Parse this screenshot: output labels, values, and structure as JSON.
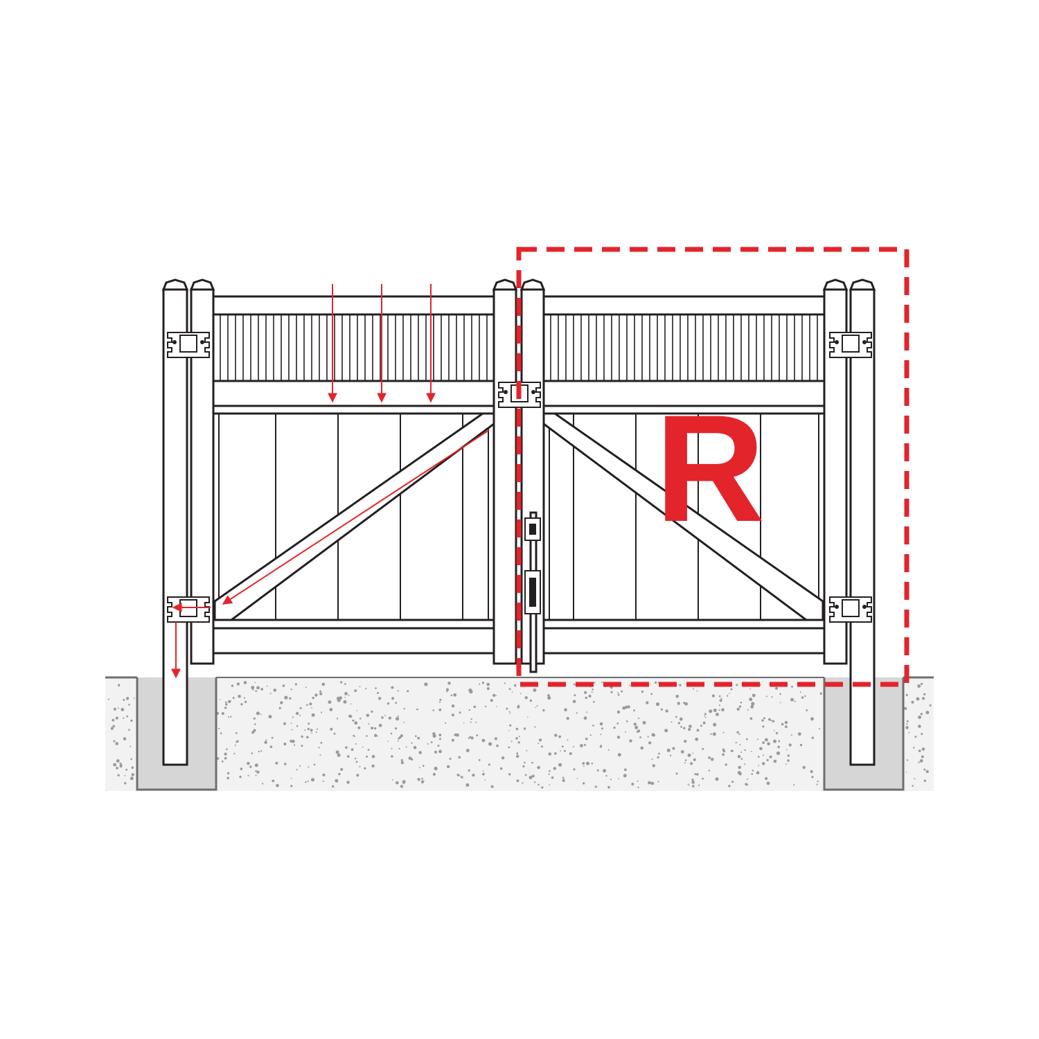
{
  "callout": {
    "letter": "R"
  },
  "colors": {
    "outline": "#231f20",
    "highlight": "#e3242b",
    "ground": "#f2f2f2",
    "concrete": "#d6d6d6",
    "gravel_dots": "#9a9a9a",
    "background": "#ffffff"
  },
  "components": {
    "left_gate": "gate-panel",
    "right_gate": "gate-panel-highlighted",
    "posts": 4,
    "hinges": 4,
    "latch": "drop-rod-latch",
    "arrows": "installation-direction-arrows"
  }
}
